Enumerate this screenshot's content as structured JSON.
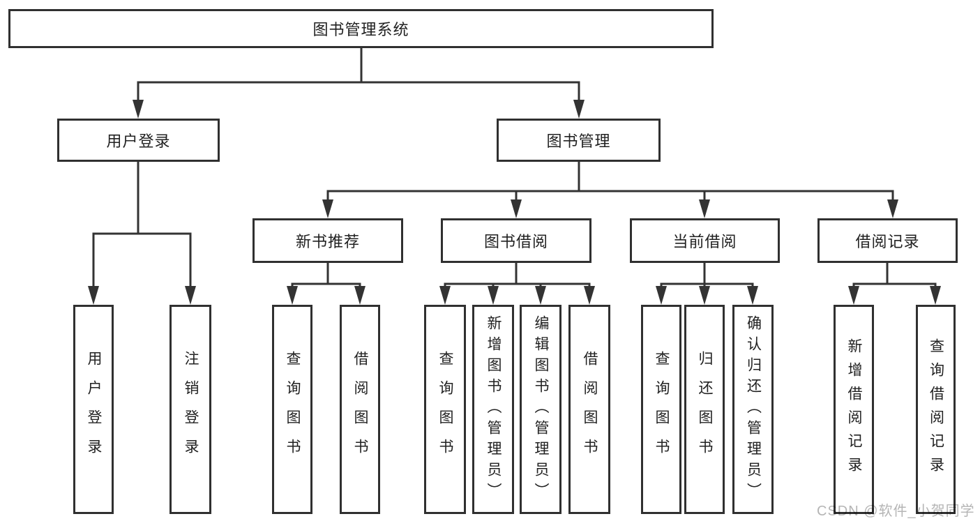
{
  "diagram": {
    "root": {
      "label": "图书管理系统"
    },
    "branches": [
      {
        "label": "用户登录",
        "children": [
          {
            "label": "用户登录"
          },
          {
            "label": "注销登录"
          }
        ]
      },
      {
        "label": "图书管理",
        "children": [
          {
            "label": "新书推荐",
            "children": [
              {
                "label": "查询图书"
              },
              {
                "label": "借阅图书"
              }
            ]
          },
          {
            "label": "图书借阅",
            "children": [
              {
                "label": "查询图书"
              },
              {
                "label": "新增图书（管理员）"
              },
              {
                "label": "编辑图书（管理员）"
              },
              {
                "label": "借阅图书"
              }
            ]
          },
          {
            "label": "当前借阅",
            "children": [
              {
                "label": "查询图书"
              },
              {
                "label": "归还图书"
              },
              {
                "label": "确认归还（管理员）"
              }
            ]
          },
          {
            "label": "借阅记录",
            "children": [
              {
                "label": "新增借阅记录"
              },
              {
                "label": "查询借阅记录"
              }
            ]
          }
        ]
      }
    ]
  },
  "watermark": {
    "text": "CSDN @软件_小贺同学"
  },
  "colors": {
    "line": "#333333",
    "box_border": "#303030",
    "text": "#212121",
    "watermark": "#b5b5b5",
    "background": "#ffffff"
  }
}
